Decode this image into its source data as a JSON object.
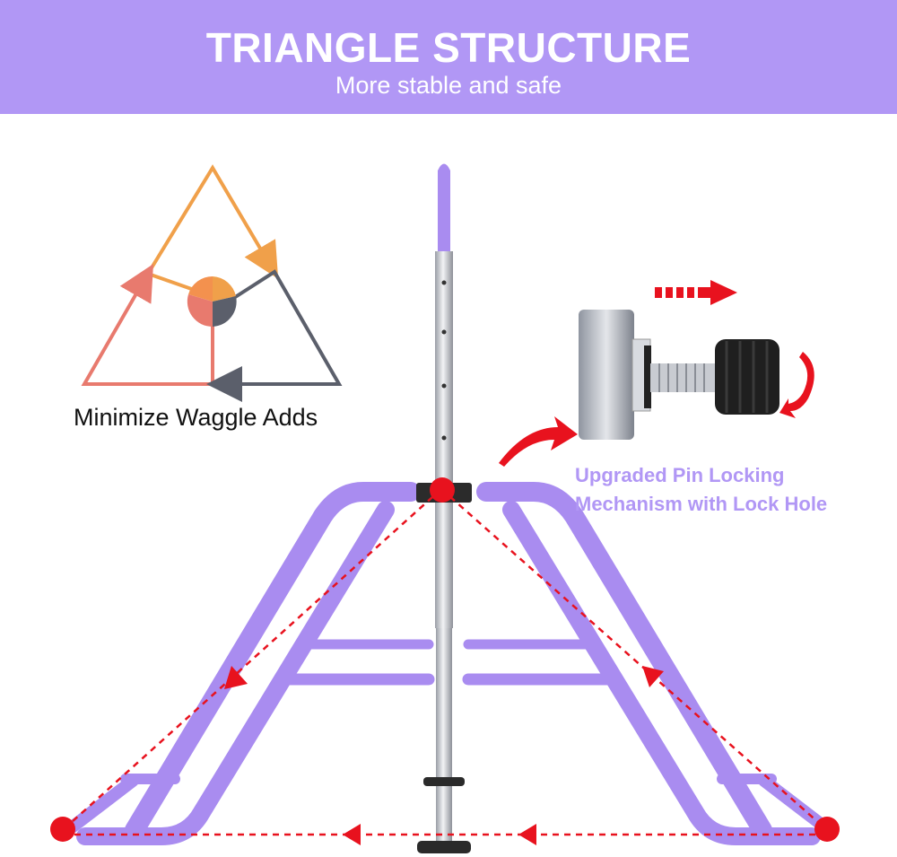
{
  "banner": {
    "title": "TRIANGLE STRUCTURE",
    "subtitle": "More stable and safe"
  },
  "diagram": {
    "caption": "Minimize Waggle Adds"
  },
  "lock_callout": {
    "line1": "Upgraded Pin Locking",
    "line2": "Mechanism with Lock Hole"
  },
  "colors": {
    "banner": "#b197f5",
    "frame_purple": "#a98cf0",
    "accent_red": "#e8121e",
    "triangle_orange": "#f0a04a",
    "triangle_salmon": "#e87a6e",
    "triangle_gray": "#5b5f6b",
    "caption_text": "#b197f5"
  }
}
